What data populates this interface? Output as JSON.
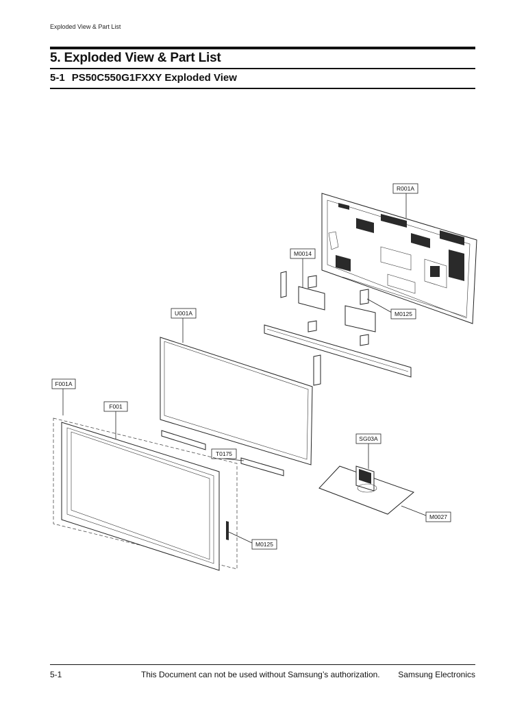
{
  "header": {
    "running_head": "Exploded View & Part List",
    "chapter_title": "5. Exploded View & Part List",
    "section_number": "5-1",
    "section_title": "PS50C550G1FXXY Exploded View"
  },
  "callouts": {
    "r001a": "R001A",
    "m0014": "M0014",
    "m0125_top": "M0125",
    "u001a": "U001A",
    "f001a": "F001A",
    "f001": "F001",
    "t0175": "T0175",
    "sg03a": "SG03A",
    "m0027": "M0027",
    "m0125_bottom": "M0125"
  },
  "footer": {
    "page": "5-1",
    "notice": "This Document can not be used without Samsung’s authorization.",
    "brand": "Samsung Electronics"
  }
}
